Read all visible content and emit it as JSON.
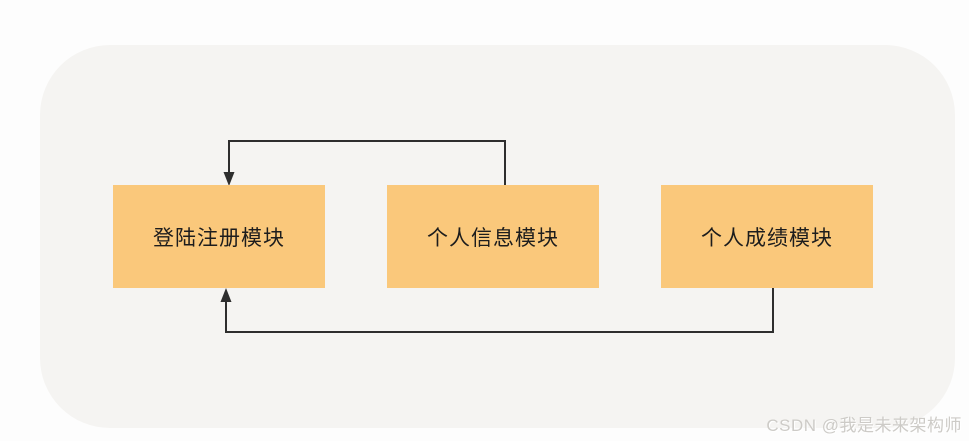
{
  "colors": {
    "page-bg": "#fdfdfd",
    "canvas-bg": "#f5f4f2",
    "node-fill": "#fac87b",
    "edge": "#2e2e2e",
    "text": "#1d1d1d",
    "watermark": "#cdcbc7"
  },
  "diagram": {
    "type": "flow-diagram",
    "nodes": [
      {
        "id": "login-register-module",
        "label": "登陆注册模块"
      },
      {
        "id": "personal-info-module",
        "label": "个人信息模块"
      },
      {
        "id": "personal-grades-module",
        "label": "个人成绩模块"
      }
    ],
    "edges": [
      {
        "from": "个人信息模块",
        "to": "登陆注册模块",
        "route": "over the top",
        "arrow_at": "登陆注册模块 top"
      },
      {
        "from": "个人成绩模块",
        "to": "登陆注册模块",
        "route": "under the bottom",
        "arrow_at": "登陆注册模块 bottom"
      }
    ]
  },
  "watermark": {
    "text": "CSDN @我是未来架构师"
  }
}
